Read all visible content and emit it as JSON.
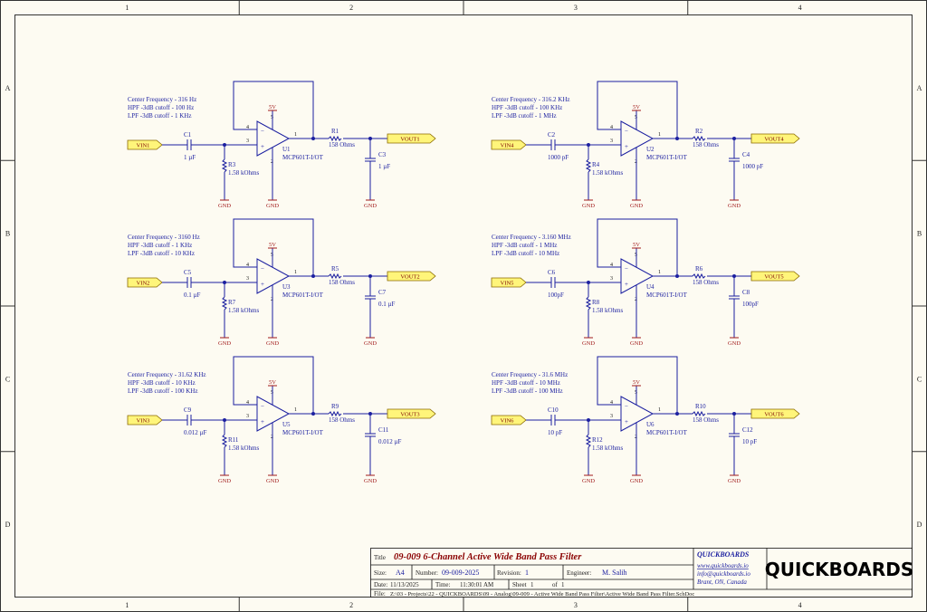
{
  "frame": {
    "col_labels": [
      "1",
      "2",
      "3",
      "4"
    ],
    "row_labels": [
      "A",
      "B",
      "C",
      "D"
    ]
  },
  "filters": [
    {
      "notes": [
        "Center Frequency - 316 Hz",
        "HPF -3dB cutoff - 100 Hz",
        "LPF -3dB cutoff - 1 KHz"
      ],
      "vin": "VIN1",
      "vout": "VOUT1",
      "opamp": "U1",
      "part": "MCP601T-I/OT",
      "supply": "5V",
      "gnd": "GND",
      "c_in": "C1",
      "c_in_val": "1 µF",
      "r_gnd": "R3",
      "r_gnd_val": "1.58 kOhms",
      "r_out": "R1",
      "r_out_val": "158 Ohms",
      "c_out": "C3",
      "c_out_val": "1 µF"
    },
    {
      "notes": [
        "Center Frequency - 316.2 KHz",
        "HPF -3dB cutoff - 100 KHz",
        "LPF -3dB cutoff - 1 MHz"
      ],
      "vin": "VIN4",
      "vout": "VOUT4",
      "opamp": "U2",
      "part": "MCP601T-I/OT",
      "supply": "5V",
      "gnd": "GND",
      "c_in": "C2",
      "c_in_val": "1000 pF",
      "r_gnd": "R4",
      "r_gnd_val": "1.58 kOhms",
      "r_out": "R2",
      "r_out_val": "158 Ohms",
      "c_out": "C4",
      "c_out_val": "1000 pF"
    },
    {
      "notes": [
        "Center Frequency - 3160 Hz",
        "HPF -3dB cutoff - 1 KHz",
        "LPF -3dB cutoff - 10 KHz"
      ],
      "vin": "VIN2",
      "vout": "VOUT2",
      "opamp": "U3",
      "part": "MCP601T-I/OT",
      "supply": "5V",
      "gnd": "GND",
      "c_in": "C5",
      "c_in_val": "0.1 µF",
      "r_gnd": "R7",
      "r_gnd_val": "1.58 kOhms",
      "r_out": "R5",
      "r_out_val": "158 Ohms",
      "c_out": "C7",
      "c_out_val": "0.1 µF"
    },
    {
      "notes": [
        "Center Frequency - 3.160 MHz",
        "HPF -3dB cutoff - 1 MHz",
        "LPF -3dB cutoff - 10 MHz"
      ],
      "vin": "VIN5",
      "vout": "VOUT5",
      "opamp": "U4",
      "part": "MCP601T-I/OT",
      "supply": "5V",
      "gnd": "GND",
      "c_in": "C6",
      "c_in_val": "100pF",
      "r_gnd": "R8",
      "r_gnd_val": "1.58 kOhms",
      "r_out": "R6",
      "r_out_val": "158 Ohms",
      "c_out": "C8",
      "c_out_val": "100pF"
    },
    {
      "notes": [
        "Center Frequency - 31.62 KHz",
        "HPF -3dB cutoff - 10 KHz",
        "LPF -3dB cutoff - 100 KHz"
      ],
      "vin": "VIN3",
      "vout": "VOUT3",
      "opamp": "U5",
      "part": "MCP601T-I/OT",
      "supply": "5V",
      "gnd": "GND",
      "c_in": "C9",
      "c_in_val": "0.012 µF",
      "r_gnd": "R11",
      "r_gnd_val": "1.58 kOhms",
      "r_out": "R9",
      "r_out_val": "158 Ohms",
      "c_out": "C11",
      "c_out_val": "0.012 µF"
    },
    {
      "notes": [
        "Center Frequency - 31.6 MHz",
        "HPF -3dB cutoff - 10 MHz",
        "LPF -3dB cutoff - 100 MHz"
      ],
      "vin": "VIN6",
      "vout": "VOUT6",
      "opamp": "U6",
      "part": "MCP601T-I/OT",
      "supply": "5V",
      "gnd": "GND",
      "c_in": "C10",
      "c_in_val": "10 pF",
      "r_gnd": "R12",
      "r_gnd_val": "1.58 kOhms",
      "r_out": "R10",
      "r_out_val": "158 Ohms",
      "c_out": "C12",
      "c_out_val": "10 pF"
    }
  ],
  "title_block": {
    "title_label": "Title",
    "title": "09-009 6-Channel Active Wide Band Pass Filter",
    "size_label": "Size:",
    "size": "A4",
    "number_label": "Number:",
    "number": "09-009-2025",
    "revision_label": "Revision:",
    "revision": "1",
    "engineer_label": "Engineer:",
    "engineer": "M. Salih",
    "date_label": "Date:",
    "date": "11/13/2025",
    "time_label": "Time:",
    "time": "11:30:01 AM",
    "sheet_label": "Sheet",
    "sheet": "1",
    "of_label": "of",
    "of": "1",
    "file_label": "File:",
    "file": "Z:\\03 - Projects\\22 - QUICKBOARDS\\09 - Analog\\09-009 - Active Wide Band Pass Filter\\Active Wide Band Pass Filter.SchDoc",
    "company": "QUICKBOARDS",
    "website": "www.quickboards.io",
    "email": "info@quickboards.io",
    "location": "Brant, ON, Canada",
    "logo": "QUICKBOARDS"
  }
}
